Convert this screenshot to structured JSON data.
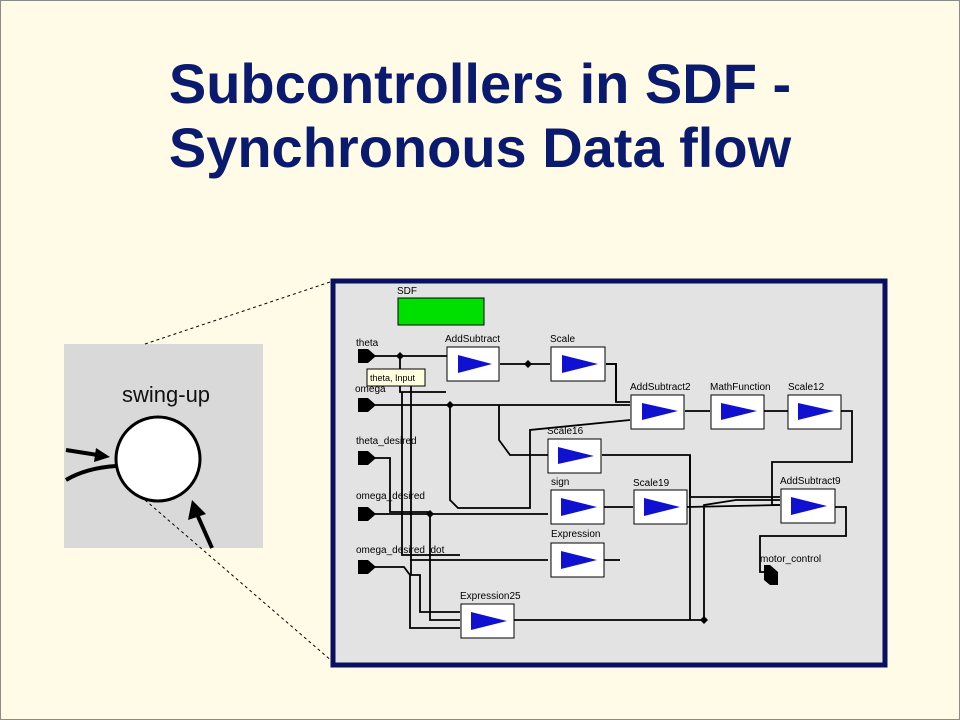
{
  "slide": {
    "title_line1": "Subcontrollers in SDF -",
    "title_line2": "Synchronous Data flow"
  },
  "colors": {
    "background": "#fffbe6",
    "title": "#0a1a6e",
    "frame": "#0a1060",
    "canvas": "#e3e3e3",
    "director": "#00e000",
    "actor_icon": "#1010d0"
  },
  "swingup": {
    "label": "swing-up"
  },
  "diagram": {
    "director_label": "SDF",
    "tooltip": "theta, Input",
    "ports": {
      "theta": "theta",
      "omega": "omega",
      "theta_desired": "theta_desired",
      "omega_desired": "omega_desired",
      "omega_desired_dot": "omega_desired_dot",
      "motor_control": "motor_control"
    },
    "actors": {
      "addsubtract": "AddSubtract",
      "scale": "Scale",
      "addsubtract2": "AddSubtract2",
      "mathfunction": "MathFunction",
      "scale12": "Scale12",
      "scale16": "Scale16",
      "sign": "sign",
      "scale19": "Scale19",
      "addsubtract9": "AddSubtract9",
      "expression": "Expression",
      "expression25": "Expression25"
    }
  }
}
